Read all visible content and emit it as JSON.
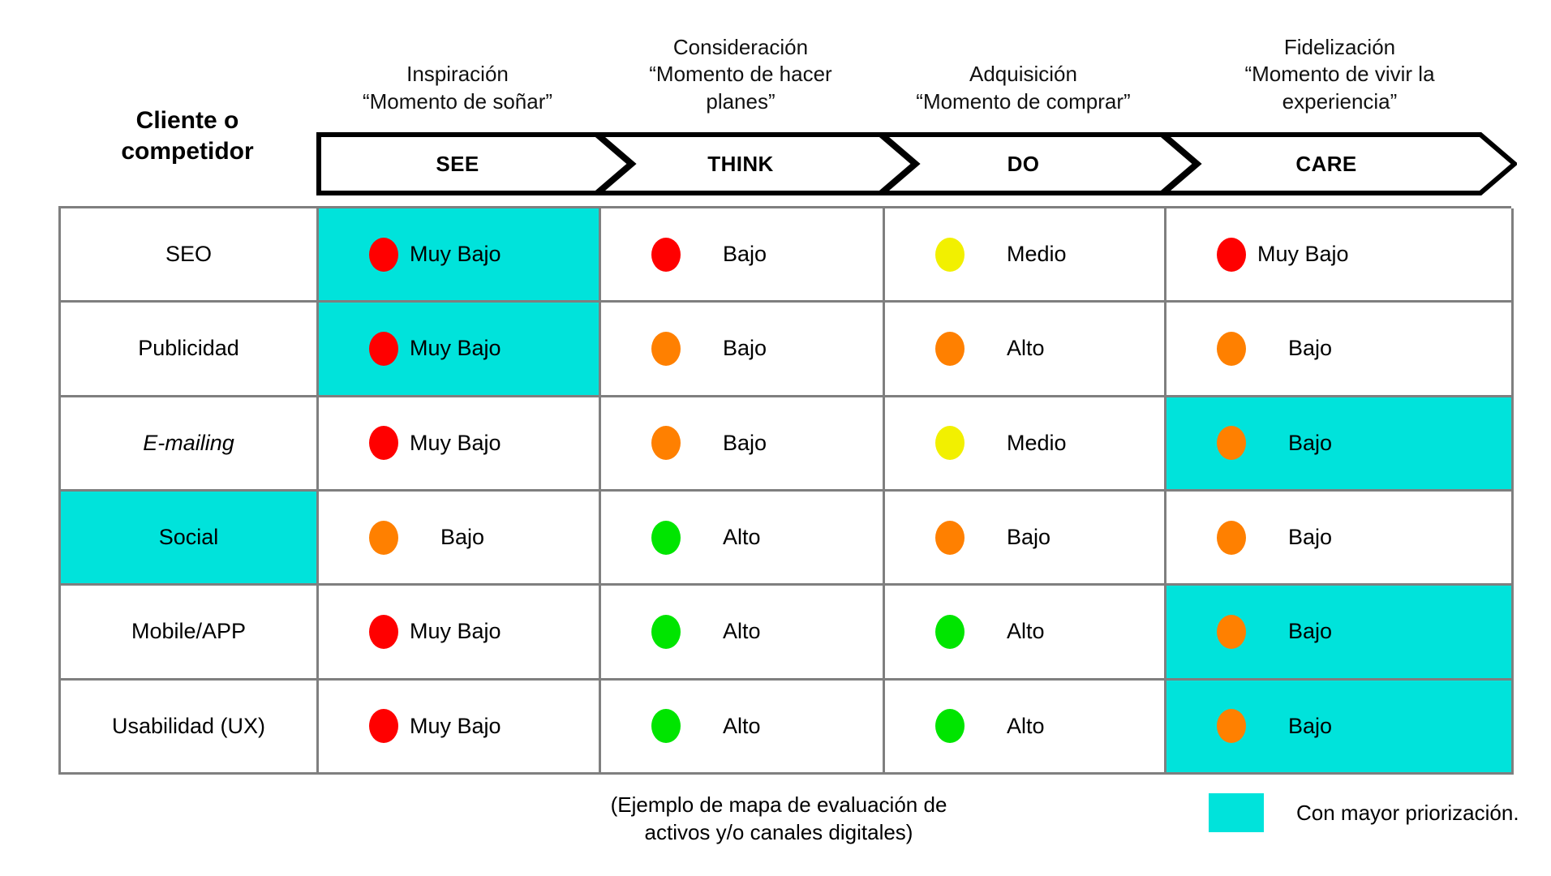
{
  "corner": {
    "title_line1": "Cliente o",
    "title_line2": "competidor"
  },
  "colors": {
    "highlight": "#00E3DB",
    "very_low": "#FF0000",
    "low": "#FF8000",
    "medium": "#F2F000",
    "high": "#00E500",
    "grid_line": "#7f7f7f",
    "chevron_line": "#000000"
  },
  "phases": [
    {
      "key": "see",
      "label": "SEE",
      "title": "Inspiración",
      "subtitle": "“Momento de soñar”"
    },
    {
      "key": "think",
      "label": "THINK",
      "title": "Consideración",
      "subtitle": "“Momento de hacer planes”"
    },
    {
      "key": "do",
      "label": "DO",
      "title": "Adquisición",
      "subtitle": "“Momento de comprar”"
    },
    {
      "key": "care",
      "label": "CARE",
      "title": "Fidelización",
      "subtitle": "“Momento de vivir la experiencia”"
    }
  ],
  "phase_subtitle_lines": [
    [
      "“Momento de soñar”"
    ],
    [
      "“Momento de hacer",
      "planes”"
    ],
    [
      "“Momento de comprar”"
    ],
    [
      "“Momento de vivir la",
      "experiencia”"
    ]
  ],
  "rows": [
    {
      "label": "SEO",
      "label_italic": false,
      "label_highlight": false,
      "cells": [
        {
          "phase": "see",
          "rating": "Muy Bajo",
          "color": "#FF0000",
          "highlight": true
        },
        {
          "phase": "think",
          "rating": "Bajo",
          "color": "#FF0000",
          "highlight": false
        },
        {
          "phase": "do",
          "rating": "Medio",
          "color": "#F2F000",
          "highlight": false
        },
        {
          "phase": "care",
          "rating": "Muy Bajo",
          "color": "#FF0000",
          "highlight": false
        }
      ]
    },
    {
      "label": "Publicidad",
      "label_italic": false,
      "label_highlight": false,
      "cells": [
        {
          "phase": "see",
          "rating": "Muy Bajo",
          "color": "#FF0000",
          "highlight": true
        },
        {
          "phase": "think",
          "rating": "Bajo",
          "color": "#FF8000",
          "highlight": false
        },
        {
          "phase": "do",
          "rating": "Alto",
          "color": "#FF8000",
          "highlight": false
        },
        {
          "phase": "care",
          "rating": "Bajo",
          "color": "#FF8000",
          "highlight": false
        }
      ]
    },
    {
      "label": "E-mailing",
      "label_italic": true,
      "label_highlight": false,
      "cells": [
        {
          "phase": "see",
          "rating": "Muy Bajo",
          "color": "#FF0000",
          "highlight": false
        },
        {
          "phase": "think",
          "rating": "Bajo",
          "color": "#FF8000",
          "highlight": false
        },
        {
          "phase": "do",
          "rating": "Medio",
          "color": "#F2F000",
          "highlight": false
        },
        {
          "phase": "care",
          "rating": "Bajo",
          "color": "#FF8000",
          "highlight": true
        }
      ]
    },
    {
      "label": "Social",
      "label_italic": false,
      "label_highlight": true,
      "cells": [
        {
          "phase": "see",
          "rating": "Bajo",
          "color": "#FF8000",
          "highlight": false
        },
        {
          "phase": "think",
          "rating": "Alto",
          "color": "#00E500",
          "highlight": false
        },
        {
          "phase": "do",
          "rating": "Bajo",
          "color": "#FF8000",
          "highlight": false
        },
        {
          "phase": "care",
          "rating": "Bajo",
          "color": "#FF8000",
          "highlight": false
        }
      ]
    },
    {
      "label": "Mobile/APP",
      "label_italic": false,
      "label_highlight": false,
      "cells": [
        {
          "phase": "see",
          "rating": "Muy Bajo",
          "color": "#FF0000",
          "highlight": false
        },
        {
          "phase": "think",
          "rating": "Alto",
          "color": "#00E500",
          "highlight": false
        },
        {
          "phase": "do",
          "rating": "Alto",
          "color": "#00E500",
          "highlight": false
        },
        {
          "phase": "care",
          "rating": "Bajo",
          "color": "#FF8000",
          "highlight": true
        }
      ]
    },
    {
      "label": "Usabilidad (UX)",
      "label_italic": false,
      "label_highlight": false,
      "cells": [
        {
          "phase": "see",
          "rating": "Muy Bajo",
          "color": "#FF0000",
          "highlight": false
        },
        {
          "phase": "think",
          "rating": "Alto",
          "color": "#00E500",
          "highlight": false
        },
        {
          "phase": "do",
          "rating": "Alto",
          "color": "#00E500",
          "highlight": false
        },
        {
          "phase": "care",
          "rating": "Bajo",
          "color": "#FF8000",
          "highlight": true
        }
      ]
    }
  ],
  "footer": {
    "note_line1": "(Ejemplo de mapa de evaluación de",
    "note_line2": "activos y/o canales digitales)",
    "legend_label": "Con mayor priorización."
  }
}
